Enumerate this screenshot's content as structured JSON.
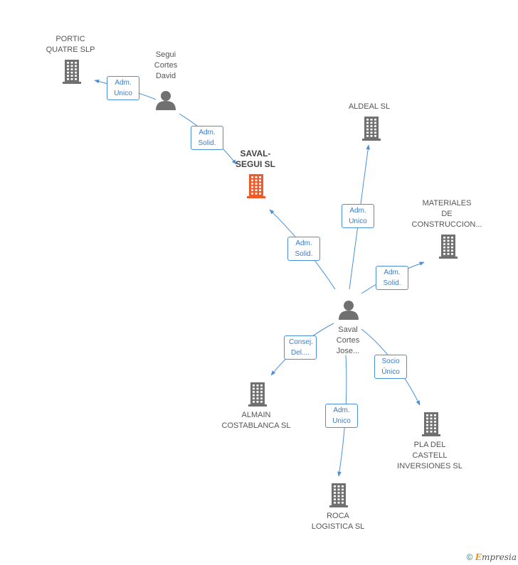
{
  "colors": {
    "edge": "#4a90d9",
    "company": "#707070",
    "focus_company": "#f05a28",
    "person": "#707070"
  },
  "nodes": [
    {
      "id": "portic",
      "type": "company",
      "label": [
        "PORTIC",
        "QUATRE SLP"
      ]
    },
    {
      "id": "segui",
      "type": "person",
      "label": [
        "Segui",
        "Cortes",
        "David"
      ]
    },
    {
      "id": "saval_segui",
      "type": "company",
      "focus": true,
      "label": [
        "SAVAL-",
        "SEGUI SL"
      ]
    },
    {
      "id": "aldeal",
      "type": "company",
      "label": [
        "ALDEAL SL"
      ]
    },
    {
      "id": "materiales",
      "type": "company",
      "label": [
        "MATERIALES",
        "DE",
        "CONSTRUCCION..."
      ]
    },
    {
      "id": "saval_jose",
      "type": "person",
      "label": [
        "Saval",
        "Cortes",
        "Jose..."
      ]
    },
    {
      "id": "almain",
      "type": "company",
      "label": [
        "ALMAIN",
        "COSTABLANCA SL"
      ]
    },
    {
      "id": "pla",
      "type": "company",
      "label": [
        "PLA DEL",
        "CASTELL",
        "INVERSIONES SL"
      ]
    },
    {
      "id": "roca",
      "type": "company",
      "label": [
        "ROCA",
        "LOGISTICA SL"
      ]
    }
  ],
  "edges": [
    {
      "from": "segui",
      "to": "portic",
      "label": [
        "Adm.",
        "Unico"
      ]
    },
    {
      "from": "segui",
      "to": "saval_segui",
      "label": [
        "Adm.",
        "Solid."
      ]
    },
    {
      "from": "saval_jose",
      "to": "saval_segui",
      "label": [
        "Adm.",
        "Solid."
      ]
    },
    {
      "from": "saval_jose",
      "to": "aldeal",
      "label": [
        "Adm.",
        "Unico"
      ]
    },
    {
      "from": "saval_jose",
      "to": "materiales",
      "label": [
        "Adm.",
        "Solid."
      ]
    },
    {
      "from": "saval_jose",
      "to": "almain",
      "label": [
        "Consej.",
        "Del...."
      ]
    },
    {
      "from": "saval_jose",
      "to": "pla",
      "label": [
        "Socio",
        "Único"
      ]
    },
    {
      "from": "saval_jose",
      "to": "roca",
      "label": [
        "Adm.",
        "Unico"
      ]
    }
  ],
  "footer": {
    "copyright_symbol": "©",
    "brand_initial": "E",
    "brand_rest": "mpresia"
  }
}
